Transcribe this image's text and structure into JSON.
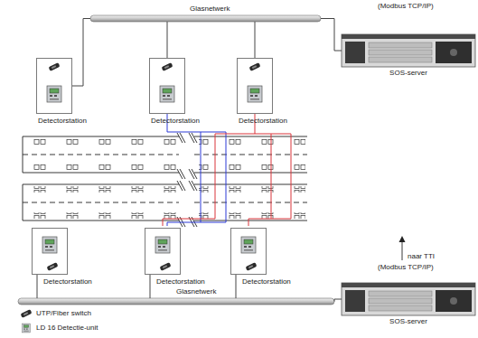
{
  "diagram": {
    "nodes": [
      {
        "text": [
          "Glasnetwerk"
        ]
      },
      {
        "text": [
          "SOS-server"
        ]
      },
      {
        "text": [
          "Detectorstation"
        ]
      },
      {
        "text": [
          "Detectorstation"
        ]
      },
      {
        "text": [
          "Detectorstation"
        ]
      },
      {
        "text": [
          "Glasnetwerk"
        ]
      },
      {
        "text": [
          "SOS-server"
        ]
      },
      {
        "text": [
          "Detectorstation"
        ]
      },
      {
        "text": [
          "Detectorstation"
        ]
      },
      {
        "text": [
          "Detectorstation"
        ]
      }
    ],
    "edges": [
      {
        "from": 0,
        "to": 1,
        "arrow": "none"
      },
      {
        "from": 2,
        "to": 0,
        "arrow": "none"
      },
      {
        "from": 3,
        "to": 0,
        "arrow": "none"
      },
      {
        "from": 4,
        "to": 0,
        "arrow": "none"
      },
      {
        "from": 5,
        "to": 6,
        "arrow": "none"
      },
      {
        "from": 7,
        "to": 5,
        "arrow": "none"
      },
      {
        "from": 8,
        "to": 5,
        "arrow": "none"
      },
      {
        "from": 9,
        "to": 5,
        "arrow": "none"
      }
    ],
    "labels": [
      "(Modbus TCP/IP)",
      "naar TTI",
      "(Modbus TCP/IP)"
    ],
    "legend": [
      {
        "text": "UTP/Fiber switch"
      },
      {
        "text": "LD 16 Detectie-unit"
      }
    ]
  }
}
